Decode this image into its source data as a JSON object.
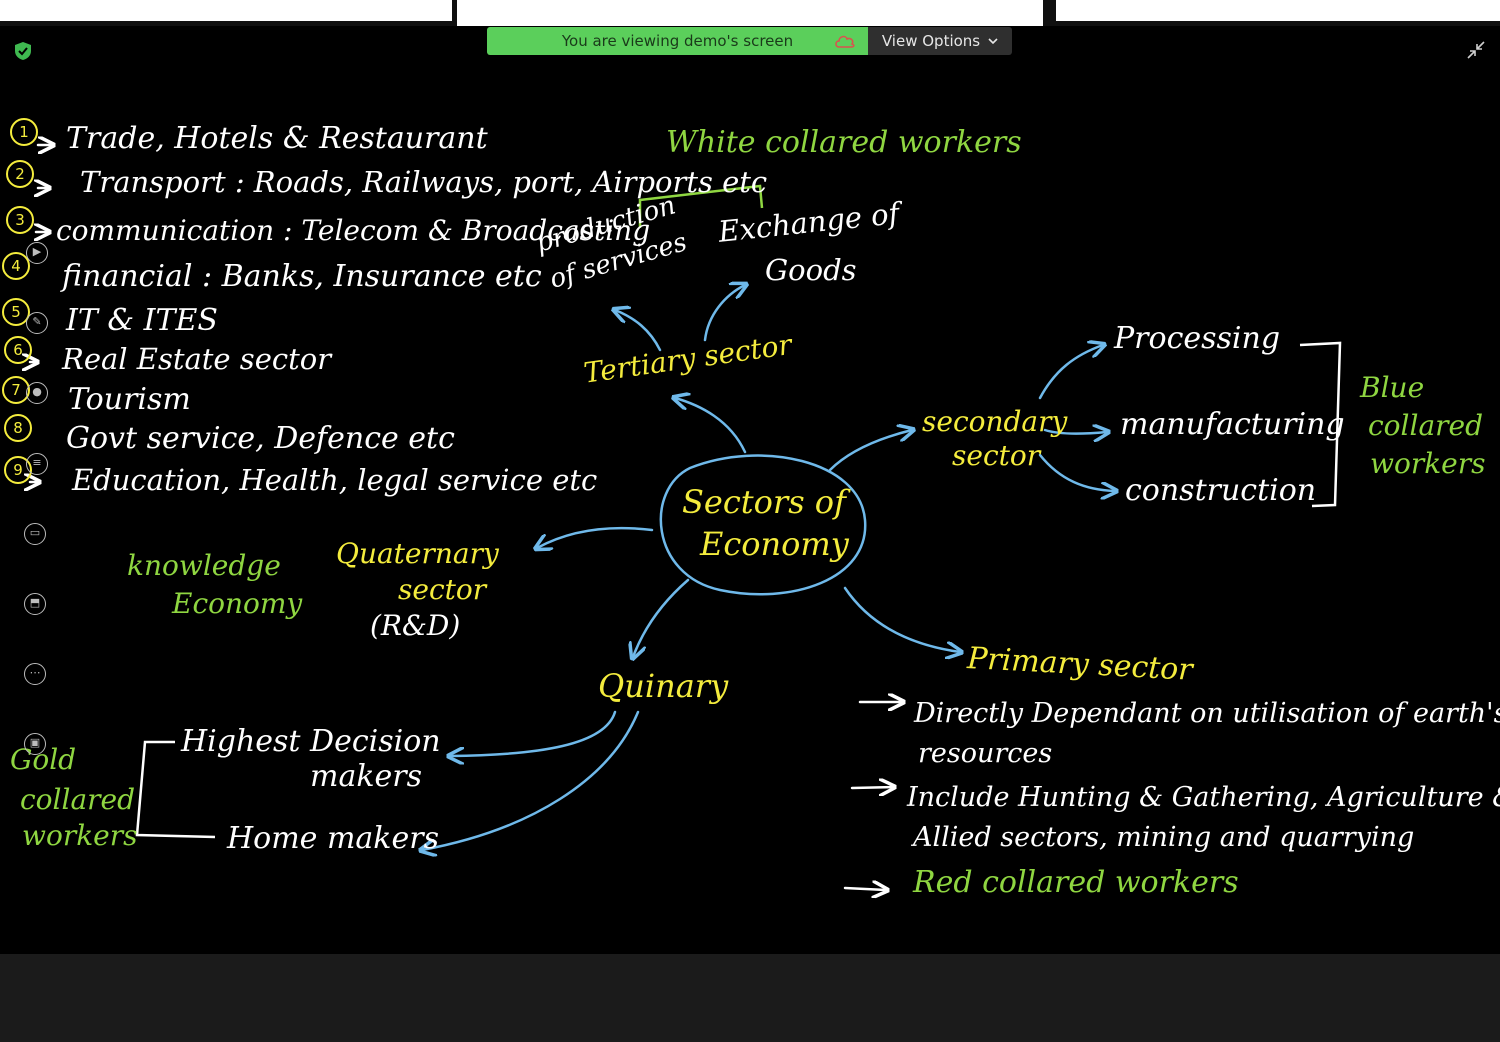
{
  "banner": {
    "viewing_text": "You are viewing demo's screen",
    "view_options_label": "View Options"
  },
  "colors": {
    "banner_green": "#5bcf5b",
    "ink_white": "#ffffff",
    "ink_yellow": "#f4ec3d",
    "ink_green": "#8fd641",
    "ink_blue": "#6fb9ea",
    "board": "#000000"
  },
  "icons": [
    "shield-check-icon",
    "cloud-icon",
    "chevron-down-icon",
    "collapse-icon",
    "play-icon",
    "pen-icon",
    "list-icon",
    "video-icon",
    "share-screen-icon",
    "more-icon",
    "screen-icon"
  ],
  "tertiary": {
    "items": [
      {
        "num": "1",
        "text": "Trade, Hotels & Restaurant"
      },
      {
        "num": "2",
        "text": "Transport : Roads, Railways, port, Airports etc"
      },
      {
        "num": "3",
        "text": "communication : Telecom & Broadcasting"
      },
      {
        "num": "4",
        "text": "financial : Banks, Insurance etc"
      },
      {
        "num": "5",
        "text": "IT & ITES"
      },
      {
        "num": "6",
        "text": "Real Estate sector"
      },
      {
        "num": "7",
        "text": "Tourism"
      },
      {
        "num": "8",
        "text": "Govt service, Defence etc"
      },
      {
        "num": "9",
        "text": "Education, Health, legal service etc"
      }
    ],
    "white_collar": "White collared workers",
    "production_1": "production",
    "production_2": "of services",
    "exchange_1": "Exchange of",
    "exchange_2": "Goods",
    "label": "Tertiary sector"
  },
  "center": {
    "line1": "Sectors of",
    "line2": "Economy"
  },
  "secondary": {
    "label_1": "secondary",
    "label_2": "sector",
    "processing": "Processing",
    "manufacturing": "manufacturing",
    "construction": "construction",
    "blue_1": "Blue",
    "blue_2": "collared",
    "blue_3": "workers"
  },
  "quaternary": {
    "label_1": "Quaternary",
    "label_2": "sector",
    "label_3": "(R&D)",
    "knowledge_1": "knowledge",
    "knowledge_2": "Economy"
  },
  "quinary": {
    "label": "Quinary",
    "decision_1": "Highest Decision",
    "decision_2": "makers",
    "home": "Home makers",
    "gold_1": "Gold",
    "gold_2": "collared",
    "gold_3": "workers"
  },
  "primary": {
    "label": "Primary sector",
    "point1_a": "Directly Dependant on utilisation of earth's",
    "point1_b": "resources",
    "point2_a": "Include Hunting & Gathering, Agriculture &",
    "point2_b": "Allied sectors, mining and quarrying",
    "point3": "Red collared workers"
  }
}
